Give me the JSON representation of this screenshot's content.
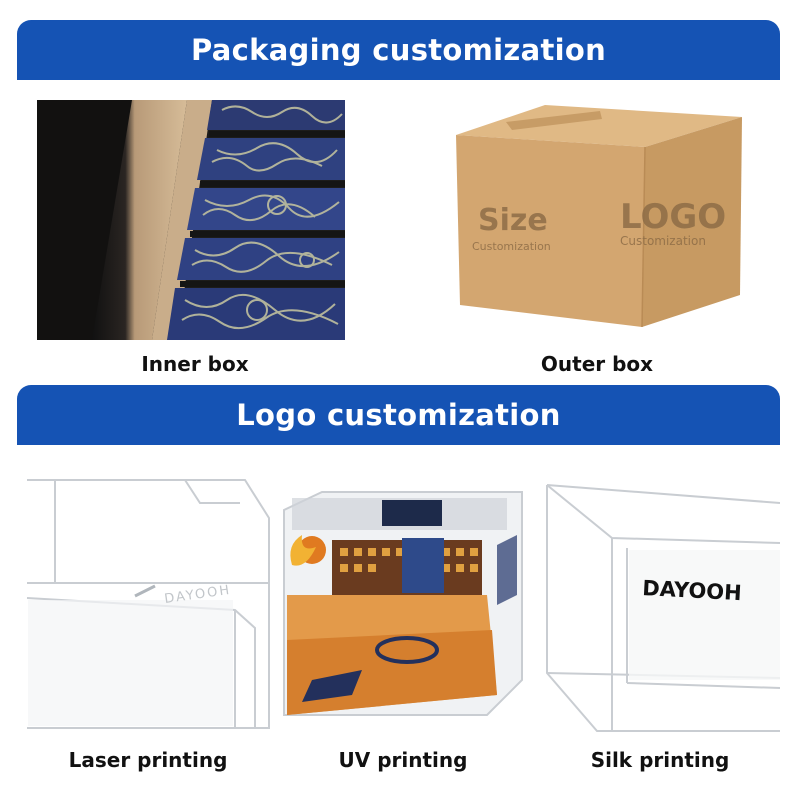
{
  "section1": {
    "title": "Packaging customization",
    "inner_caption": "Inner box",
    "outer_caption": "Outer box",
    "box_size_text": "Size",
    "box_size_sub": "Customization",
    "box_logo_text": "LOGO",
    "box_logo_sub": "Customization"
  },
  "section2": {
    "title": "Logo customization",
    "laser_caption": "Laser printing",
    "uv_caption": "UV printing",
    "silk_caption": "Silk printing",
    "laser_engraving": "DAYOOH",
    "silk_print": "DAYOOH"
  },
  "colors": {
    "banner": "#1553b4",
    "cardboard": "#d3a670"
  }
}
